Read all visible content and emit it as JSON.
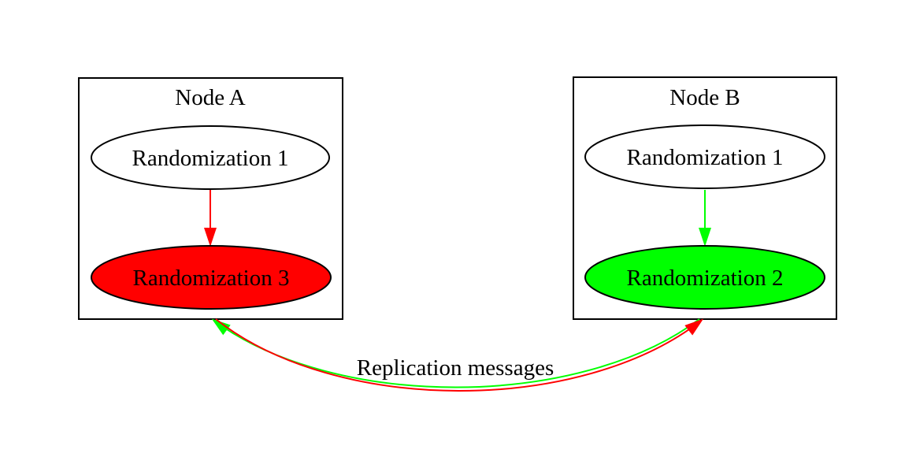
{
  "diagram": {
    "palette": {
      "background": "#ffffff",
      "black": "#000000",
      "white": "#ffffff",
      "red": "#ff0000",
      "green": "#00ff00"
    },
    "nodes": [
      {
        "label": "Node A",
        "items": [
          {
            "label": "Randomization 1",
            "fill": "#ffffff"
          },
          {
            "label": "Randomization 3",
            "fill": "#ff0000"
          }
        ],
        "internal_arrow_color": "#ff0000",
        "internal_arrow_from": "Randomization 1",
        "internal_arrow_to": "Randomization 3"
      },
      {
        "label": "Node B",
        "items": [
          {
            "label": "Randomization 1",
            "fill": "#ffffff"
          },
          {
            "label": "Randomization 2",
            "fill": "#00ff00"
          }
        ],
        "internal_arrow_color": "#00ff00",
        "internal_arrow_from": "Randomization 1",
        "internal_arrow_to": "Randomization 2"
      }
    ],
    "replication": {
      "label": "Replication messages",
      "edges": [
        {
          "from": "Node B",
          "to": "Node A",
          "color": "#00ff00"
        },
        {
          "from": "Node A",
          "to": "Node B",
          "color": "#ff0000"
        }
      ]
    }
  }
}
